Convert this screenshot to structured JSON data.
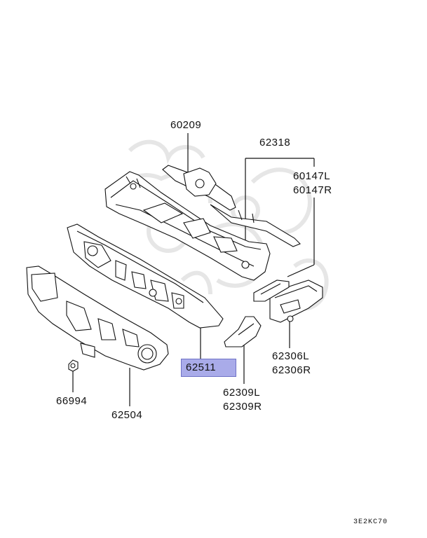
{
  "labels": {
    "p60209": "60209",
    "p62318": "62318",
    "p60147l": "60147L",
    "p60147r": "60147R",
    "p62511": "62511",
    "p62306l": "62306L",
    "p62306r": "62306R",
    "p66994": "66994",
    "p62504": "62504",
    "p62309l": "62309L",
    "p62309r": "62309R"
  },
  "diagram_code": "3E2KC70",
  "colors": {
    "highlight_fill": "#a9abe9",
    "highlight_border": "#6f72c6",
    "line": "#111111",
    "watermark": "#e8e8e8"
  }
}
